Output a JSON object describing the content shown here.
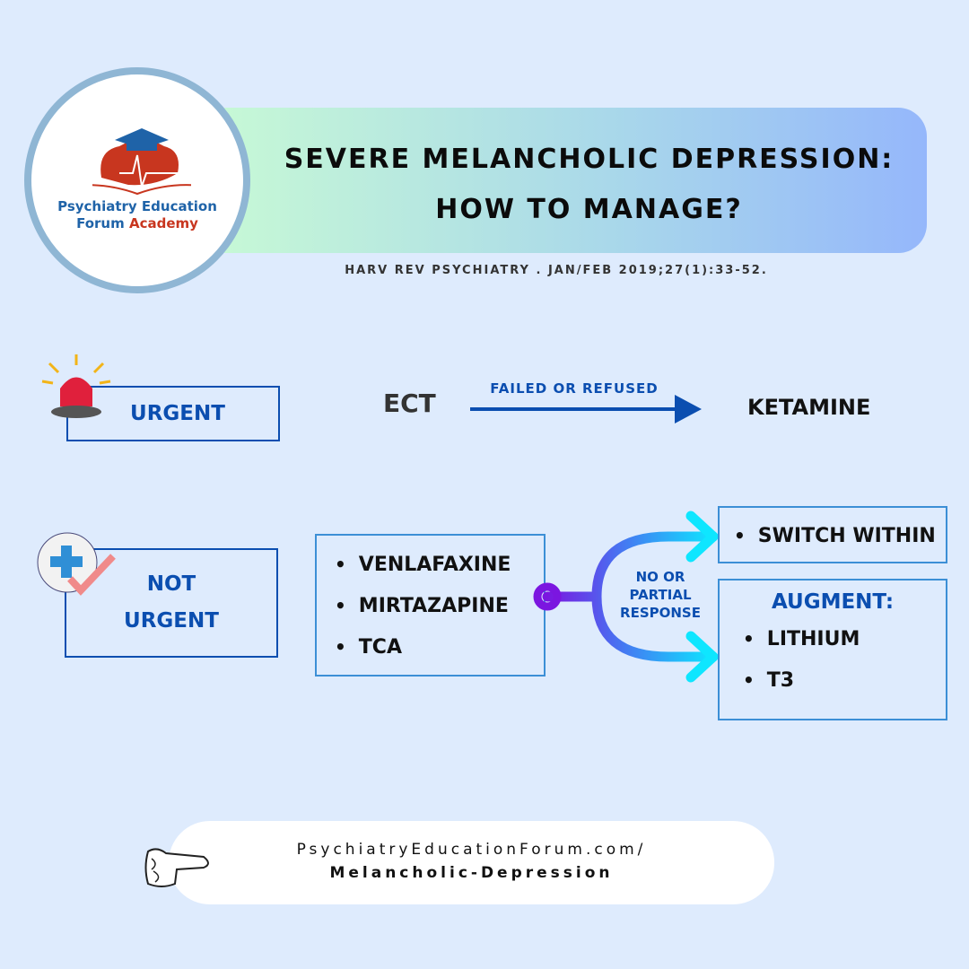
{
  "header": {
    "title_line1": "SEVERE MELANCHOLIC DEPRESSION:",
    "title_line2": "HOW TO MANAGE?",
    "citation": "HARV REV PSYCHIATRY . JAN/FEB 2019;27(1):33-52."
  },
  "logo": {
    "line1": "Psychiatry Education",
    "line2a": "Forum",
    "line2b": "Academy"
  },
  "urgent": {
    "label": "URGENT",
    "first": "ECT",
    "arrow_label": "FAILED OR REFUSED",
    "next": "KETAMINE"
  },
  "not_urgent": {
    "label_line1": "NOT",
    "label_line2": "URGENT",
    "drugs": [
      "VENLAFAXINE",
      "MIRTAZAPINE",
      "TCA"
    ],
    "branch_label": [
      "NO OR",
      "PARTIAL",
      "RESPONSE"
    ],
    "switch": "SWITCH WITHIN",
    "augment_title": "AUGMENT:",
    "augment_items": [
      "LITHIUM",
      "T3"
    ]
  },
  "footer": {
    "url_line1": "PsychiatryEducationForum.com/",
    "url_line2": "Melancholic-Depression"
  },
  "colors": {
    "background": "#deebfd",
    "primary": "#0b4eb0",
    "purple": "#7b16e0",
    "cyan": "#0ee6ff"
  }
}
